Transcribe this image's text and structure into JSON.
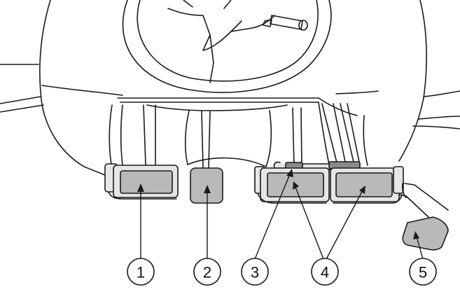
{
  "colors": {
    "line": "#1a1a1a",
    "pedal_fill": "#b9b9b9",
    "pedal_frame": "#e6e6e6",
    "background": "#ffffff"
  },
  "callouts": [
    {
      "label": "1"
    },
    {
      "label": "2"
    },
    {
      "label": "3"
    },
    {
      "label": "4"
    },
    {
      "label": "5"
    }
  ]
}
